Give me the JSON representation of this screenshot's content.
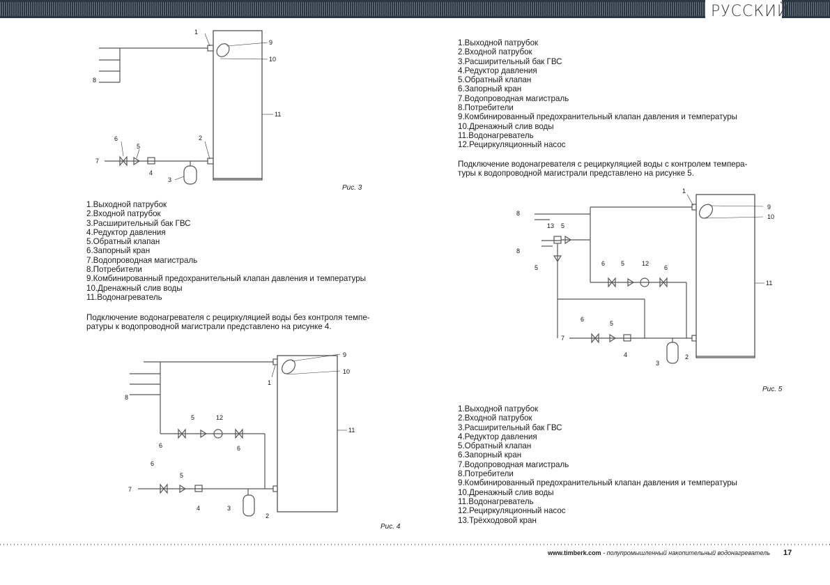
{
  "header": {
    "language": "РУССКИЙ"
  },
  "left_list": [
    "1.Выходной патрубок",
    "2.Входной патрубок",
    "3.Расширительный бак ГВС",
    "4.Редуктор давления",
    "5.Обратный клапан",
    "6.Запорный кран",
    "7.Водопроводная магистраль",
    "8.Потребители",
    "9.Комбинированный предохранительный клапан давления и температуры",
    "10.Дренажный слив воды",
    "11.Водонагреватель"
  ],
  "left_paragraph": [
    "Подключение водонагревателя с рециркуляцией воды без контроля темпе-",
    "ратуры  к водопроводной магистрали представлено на рисунке 4."
  ],
  "right_list_top": [
    "1.Выходной патрубок",
    "2.Входной патрубок",
    "3.Расширительный бак ГВС",
    "4.Редуктор давления",
    "5.Обратный клапан",
    "6.Запорный кран",
    "7.Водопроводная магистраль",
    "8.Потребители",
    "9.Комбинированный предохранительный клапан давления и температуры",
    "10.Дренажный слив воды",
    "11.Водонагреватель",
    "12.Рециркуляционный  насос"
  ],
  "right_paragraph": [
    "Подключение водонагревателя с рециркуляцией воды с контролем темпера-",
    "туры  к водопроводной магистрали представлено на рисунке 5."
  ],
  "right_list_bottom": [
    "1.Выходной патрубок",
    "2.Входной патрубок",
    "3.Расширительный бак ГВС",
    "4.Редуктор давления",
    "5.Обратный клапан",
    "6.Запорный кран",
    "7.Водопроводная магистраль",
    "8.Потребители",
    "9.Комбинированный предохранительный клапан давления и температуры",
    "10.Дренажный слив воды",
    "11.Водонагреватель",
    "12.Рециркуляционный насос",
    "13.Трёхходовой кран"
  ],
  "figures": {
    "fig3_caption": "Рис. 3",
    "fig4_caption": "Рис. 4",
    "fig5_caption": "Рис. 5",
    "labels": {
      "n1": "1",
      "n2": "2",
      "n3": "3",
      "n4": "4",
      "n5": "5",
      "n6": "6",
      "n7": "7",
      "n8": "8",
      "n9": "9",
      "n10": "10",
      "n11": "11",
      "n12": "12",
      "n13": "13"
    }
  },
  "footer": {
    "site": "www.timberk.com",
    "description": " - полупромышленный накопительный водонагреватель",
    "page": "17"
  }
}
